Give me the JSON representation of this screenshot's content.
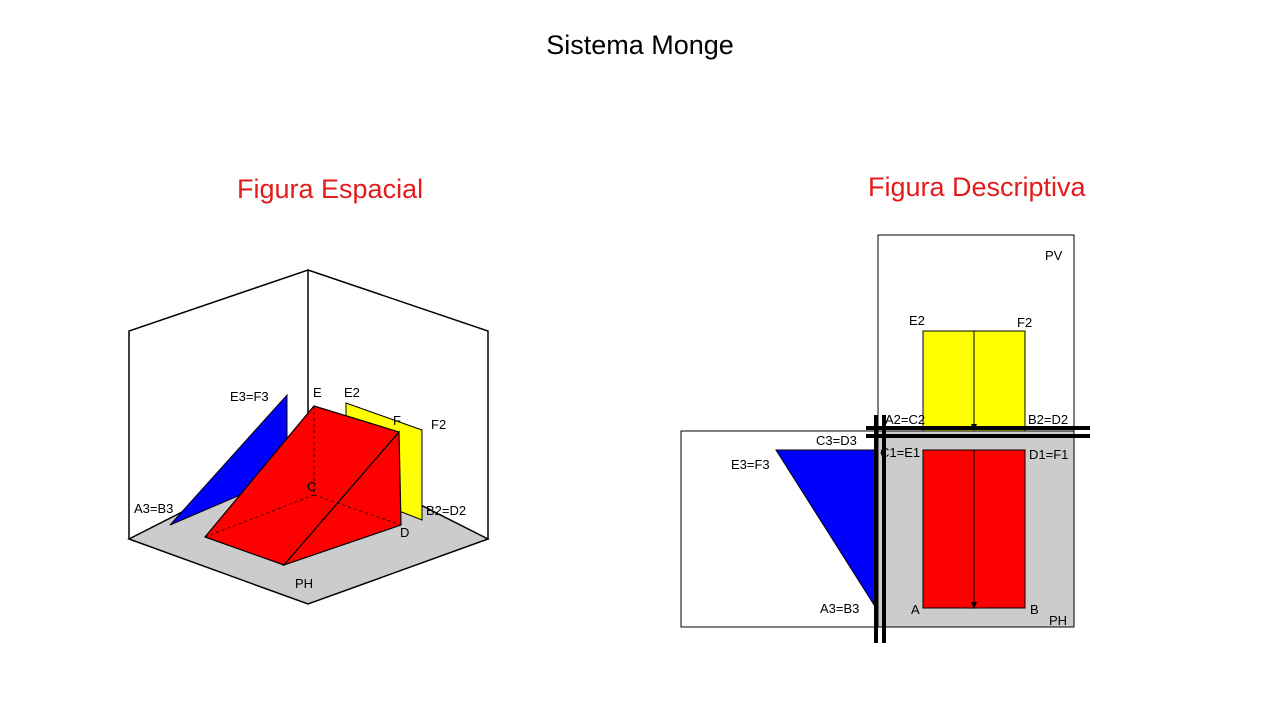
{
  "title": "Sistema Monge",
  "left_title": "Figura  Espacial",
  "right_title": "Figura  Descriptiva",
  "colors": {
    "title_red": "#e31b1b",
    "fill_red": "#ff0000",
    "fill_yellow": "#ffff00",
    "fill_blue": "#0000ff",
    "plane_gray": "#cccccc"
  },
  "spatial_labels": {
    "E3F3": "E3=F3",
    "E": "E",
    "E2": "E2",
    "F": "F",
    "F2": "F2",
    "C": "C",
    "A3B3": "A3=B3",
    "B2D2": "B2=D2",
    "D": "D",
    "PH": "PH"
  },
  "descriptive_labels": {
    "PV": "PV",
    "E2": "E2",
    "F2": "F2",
    "A2C2": "A2=C2",
    "B2D2": "B2=D2",
    "C3D3": "C3=D3",
    "C1E1": "C1=E1",
    "D1F1": "D1=F1",
    "E3F3": "E3=F3",
    "A3B3": "A3=B3",
    "A": "A",
    "B": "B",
    "PH": "PH"
  }
}
